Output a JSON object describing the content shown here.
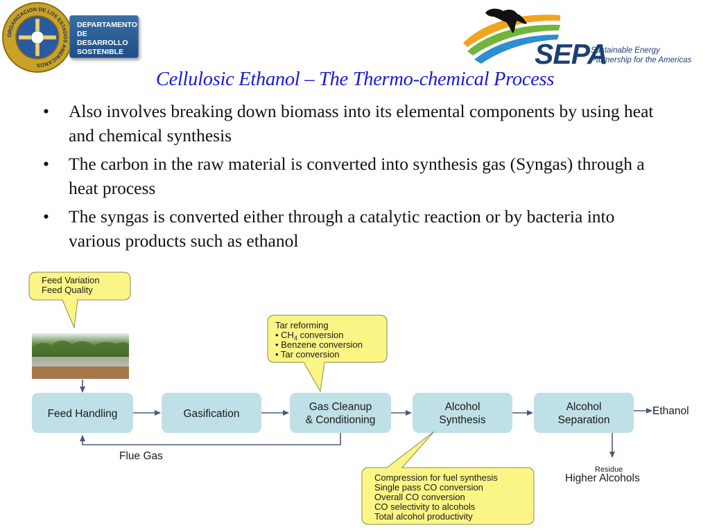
{
  "header": {
    "oas_seal_text": "ORGANIZACION DE LOS ESTADOS AMERICANOS",
    "department_lines": [
      "DEPARTAMENTO",
      "DE DESARROLLO",
      "SOSTENIBLE"
    ],
    "sepa_name": "SEPA",
    "sepa_tagline_lines": [
      "Sustainable Energy",
      "Partnership for the Americas"
    ]
  },
  "title": "Cellulosic Ethanol – The Thermo-chemical Process",
  "bullets": [
    "Also involves breaking down biomass into its elemental components by using heat and chemical synthesis",
    "The carbon in the raw material is converted into synthesis gas (Syngas) through a heat process",
    "The syngas is converted either through a catalytic reaction or by bacteria into various products such as ethanol"
  ],
  "diagram": {
    "feed_callout": [
      "Feed Variation",
      "Feed Quality"
    ],
    "tar_callout": {
      "heading": "Tar reforming",
      "item1_prefix": "• CH",
      "item1_sub": "4",
      "item1_suffix": " conversion",
      "item2": "• Benzene conversion",
      "item3": "• Tar conversion"
    },
    "boxes": {
      "feed_handling": "Feed Handling",
      "gasification": "Gasification",
      "gas_cleanup_line1": "Gas Cleanup",
      "gas_cleanup_line2": "& Conditioning",
      "alcohol_synthesis_line1": "Alcohol",
      "alcohol_synthesis_line2": "Synthesis",
      "alcohol_separation_line1": "Alcohol",
      "alcohol_separation_line2": "Separation"
    },
    "ethanol_label": "Ethanol",
    "flue_gas_label": "Flue Gas",
    "residue_label": "Residue",
    "higher_alcohols_label": "Higher Alcohols",
    "synthesis_callout": [
      "Compression for fuel synthesis",
      "Single pass CO conversion",
      "Overall CO conversion",
      "CO selectivity to alcohols",
      "Total alcohol productivity"
    ]
  },
  "colors": {
    "title": "#1a1ad6",
    "process_box": "#bfe0e6",
    "callout_fill": "#fbf586",
    "arrow": "#4a5a78"
  }
}
